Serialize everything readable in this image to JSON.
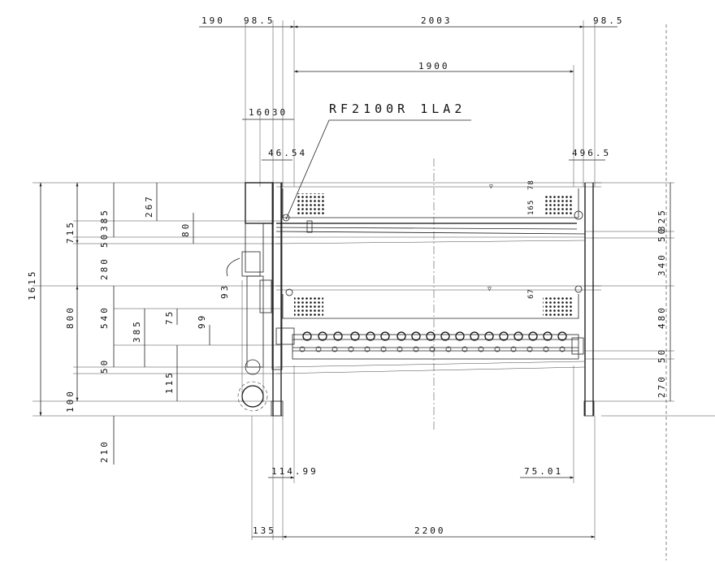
{
  "title": "RF2100R 1LA2",
  "top_dims": {
    "d190": "190",
    "d98_5_left": "98.5",
    "d2003": "2003",
    "d98_5_right": "98.5",
    "d1900": "1900",
    "d16030": "16030",
    "d46_54": "46.54",
    "d49_6_5": "496.5"
  },
  "left_dims": {
    "d1615": "1615",
    "d715": "715",
    "d385_top": "385",
    "d267": "267",
    "d80": "80",
    "d50_top": "50",
    "d280": "280",
    "d93": "93",
    "d800": "800",
    "d540": "540",
    "d75": "75",
    "d385_mid": "385",
    "d99": "99",
    "d50_mid": "50",
    "d115": "115",
    "d100": "100",
    "d210": "210"
  },
  "right_dims": {
    "d325": "325",
    "d50": "50",
    "d340": "340",
    "d480": "480",
    "d50_low": "50",
    "d270": "270",
    "d16": "165",
    "d78": "78",
    "d67": "67"
  },
  "bottom_dims": {
    "d114_99": "114.99",
    "d75_01": "75.01",
    "d135": "135",
    "d2200": "2200"
  }
}
